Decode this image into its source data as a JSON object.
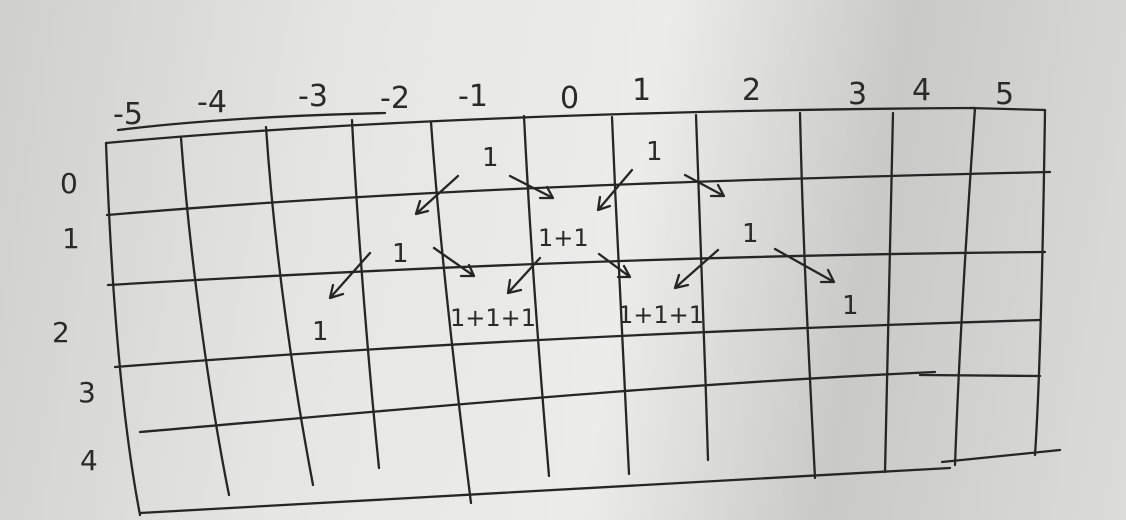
{
  "columns": [
    "-5",
    "-4",
    "-3",
    "-2",
    "-1",
    "0",
    "1",
    "2",
    "3",
    "4",
    "5"
  ],
  "rows": [
    "0",
    "1",
    "2",
    "3",
    "4"
  ],
  "arrow_labels": [
    "1",
    "1",
    "1",
    "1"
  ],
  "cell_values": [
    "1+1",
    "1+1+1",
    "1+1+1",
    "1",
    "1"
  ]
}
